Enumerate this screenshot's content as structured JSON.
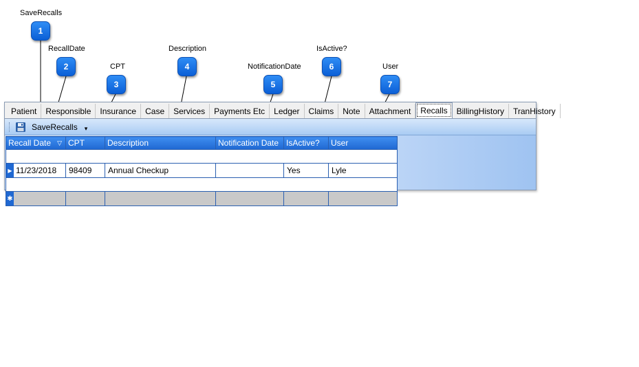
{
  "callouts": [
    {
      "num": "1",
      "label": "SaveRecalls"
    },
    {
      "num": "2",
      "label": "RecallDate"
    },
    {
      "num": "3",
      "label": "CPT"
    },
    {
      "num": "4",
      "label": "Description"
    },
    {
      "num": "5",
      "label": "NotificationDate"
    },
    {
      "num": "6",
      "label": "IsActive?"
    },
    {
      "num": "7",
      "label": "User"
    }
  ],
  "tabs": [
    "Patient",
    "Responsible",
    "Insurance",
    "Case",
    "Services",
    "Payments Etc",
    "Ledger",
    "Claims",
    "Note",
    "Attachment",
    "Recalls",
    "BillingHistory",
    "TranHistory"
  ],
  "active_tab": "Recalls",
  "toolbar": {
    "save_label": "SaveRecalls",
    "save_icon": "floppy-disk-icon",
    "dropdown_glyph": "▾"
  },
  "grid": {
    "columns": [
      "Recall Date",
      "CPT",
      "Description",
      "Notification Date",
      "IsActive?",
      "User"
    ],
    "sort_glyph": "▽",
    "rows": [
      {
        "recall_date": "11/23/2018",
        "cpt": "98409",
        "description": "Annual Checkup",
        "notification_date": "",
        "is_active": "Yes",
        "user": "Lyle"
      }
    ],
    "current_row_glyph": "▶",
    "new_row_glyph": "✱"
  },
  "colors": {
    "accent": "#1f68d2",
    "marker": "#0b5fd6"
  }
}
